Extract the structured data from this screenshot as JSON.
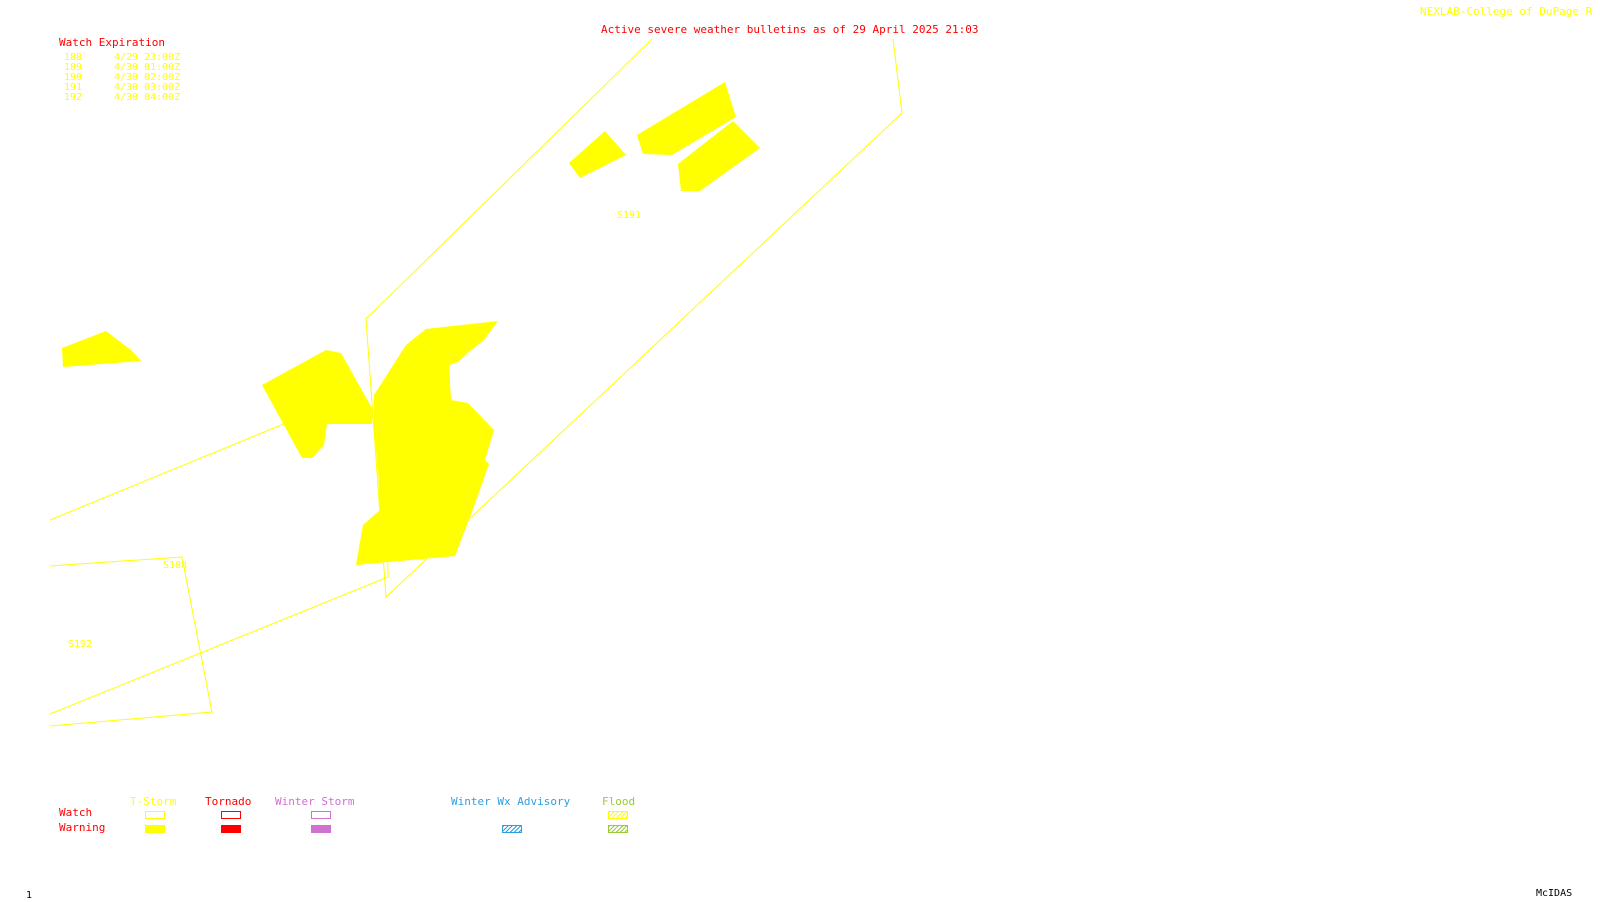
{
  "header": {
    "title": "Active severe weather bulletins as of 29 April 2025 21:03",
    "credit": "NEXLAB-College of DuPage R"
  },
  "watch_expiration": {
    "heading": "Watch Expiration",
    "rows": [
      {
        "number": "188",
        "expires": "4/29 23:00Z"
      },
      {
        "number": "189",
        "expires": "4/30 01:00Z"
      },
      {
        "number": "190",
        "expires": "4/30 02:00Z"
      },
      {
        "number": "191",
        "expires": "4/30 03:00Z"
      },
      {
        "number": "192",
        "expires": "4/30 04:00Z"
      }
    ]
  },
  "map": {
    "watch_labels": [
      "S191",
      "S188",
      "S192"
    ]
  },
  "legend": {
    "row_watch": "Watch",
    "row_warning": "Warning",
    "columns": [
      {
        "label": "T-Storm",
        "color": "#ffff00"
      },
      {
        "label": "Tornado",
        "color": "#ff0000"
      },
      {
        "label": "Winter Storm",
        "color": "#d070d0"
      },
      {
        "label": "Winter Wx Advisory",
        "color": "#2f9fe0"
      },
      {
        "label": "Flood",
        "color": "#99cc33"
      }
    ]
  },
  "footer": {
    "frame": "1",
    "software": "McIDAS"
  }
}
